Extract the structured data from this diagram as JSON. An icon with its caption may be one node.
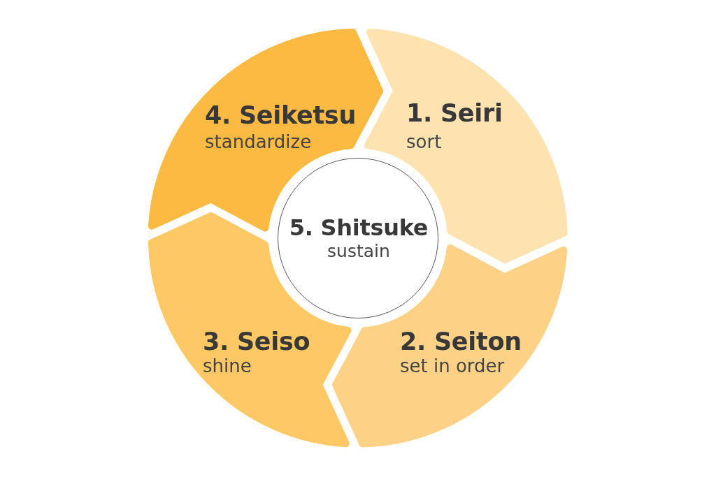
{
  "diagram": {
    "nodes": [
      {
        "text": [
          "1. Seiri",
          "sort"
        ]
      },
      {
        "text": [
          "2. Seiton",
          "set in order"
        ]
      },
      {
        "text": [
          "3. Seiso",
          "shine"
        ]
      },
      {
        "text": [
          "4. Seiketsu",
          "standardize"
        ]
      },
      {
        "text": [
          "5. Shitsuke",
          "sustain"
        ]
      }
    ]
  }
}
